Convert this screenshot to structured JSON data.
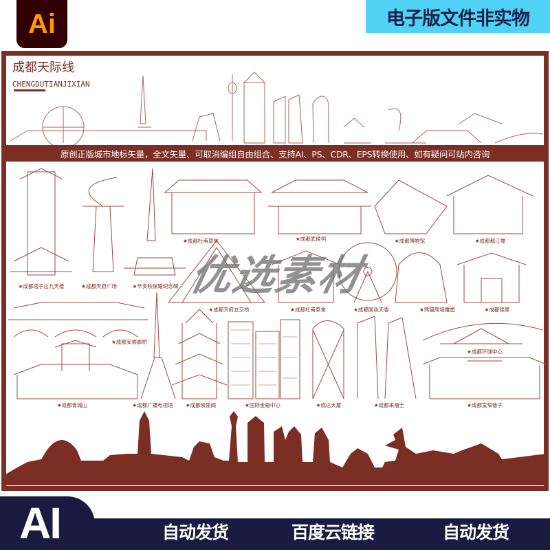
{
  "logo": {
    "text": "Ai",
    "bg": "#310000",
    "fg": "#ff9a00"
  },
  "badge": {
    "text": "电子版文件非实物",
    "bg": "#50d2f4"
  },
  "poster": {
    "title": "成都天际线",
    "subtitle": "CHENGDUTIANJIXIAN",
    "tagline": "原创正版城市地标矢量，全文矢量、可取消编组自由组合、支持AI、PS、CDR、EPS转换使用、如有疑问可站内咨询",
    "accent": "#7a2e24",
    "landmarks": [
      "★成都杜甫草堂",
      "★成都武侯祠",
      "★成都博物馆",
      "★成都都江堰",
      "★成都塔子山九天楼",
      "★成都天府广场",
      "★辛亥秋保路纪念碑",
      "★成都天府立交桥",
      "★成都杜甫草堂",
      "★成都国色天香",
      "★熊猫爬墙雕塑",
      "★成都锦里",
      "★成都安顺廊桥",
      "★成都环球中心",
      "★成都青城山",
      "★成都广播电视塔",
      "★成都崇丽阁",
      "★国际金融中心",
      "★成达大厦",
      "★成都来福士",
      "★成都宽窄巷子"
    ],
    "watermark": "优选素材"
  },
  "footer": {
    "logo": "AI",
    "items": [
      "自动发货",
      "百度云链接",
      "自动发货"
    ],
    "bg": "#1b1a40"
  }
}
